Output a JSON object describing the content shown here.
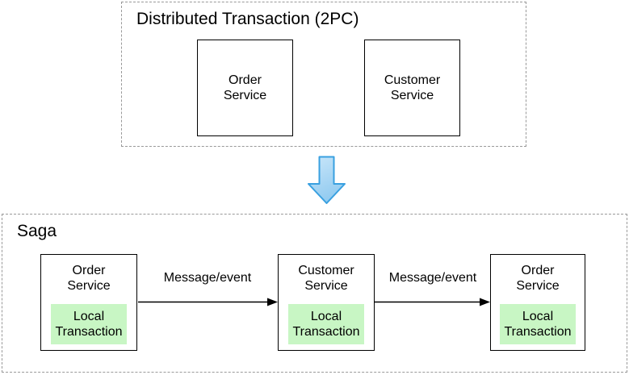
{
  "top_section": {
    "title": "Distributed Transaction (2PC)",
    "boxes": [
      {
        "label": "Order\nService"
      },
      {
        "label": "Customer\nService"
      }
    ]
  },
  "bottom_section": {
    "title": "Saga",
    "boxes": [
      {
        "label": "Order\nService",
        "inner_label": "Local\nTransaction"
      },
      {
        "label": "Customer\nService",
        "inner_label": "Local\nTransaction"
      },
      {
        "label": "Order\nService",
        "inner_label": "Local\nTransaction"
      }
    ],
    "arrows": [
      {
        "label": "Message/event"
      },
      {
        "label": "Message/event"
      }
    ]
  },
  "icons": {
    "down_arrow": "down-arrow"
  },
  "colors": {
    "background": "#ffffff",
    "text_color": "#000000",
    "dashed_border": "#999999",
    "solid_border": "#000000",
    "arrow_color": "#000000",
    "local_transaction_fill": "#c8f6c4",
    "down_arrow_fill_light": "#c9e6f9",
    "down_arrow_fill_dark": "#92cbf0",
    "down_arrow_stroke": "#39a0e0"
  }
}
